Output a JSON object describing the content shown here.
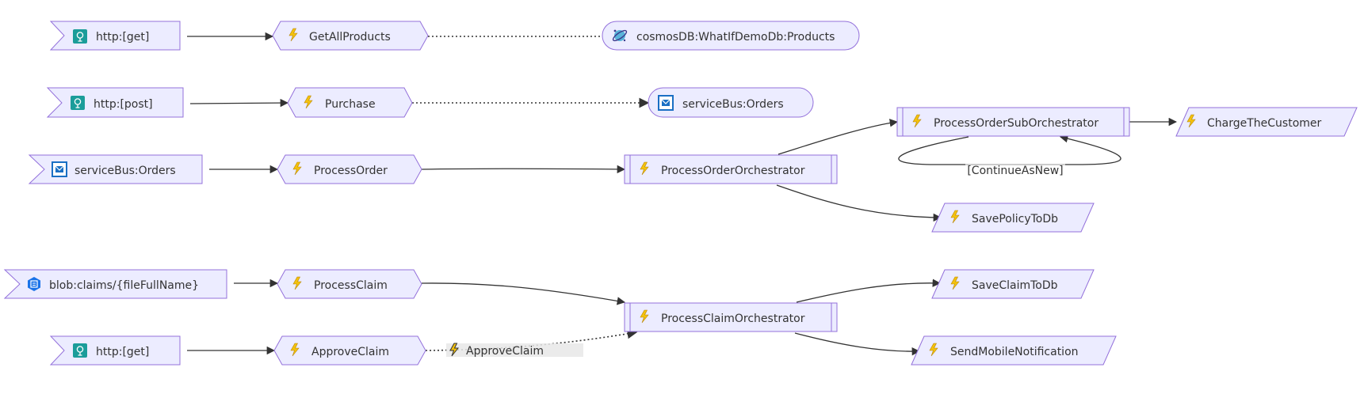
{
  "diagram": {
    "nodes": {
      "http_get_1": {
        "label": "http:[get]",
        "icon": "http-trigger-icon"
      },
      "get_all_products": {
        "label": "GetAllProducts",
        "icon": "azure-function-icon"
      },
      "cosmos_products": {
        "label": "cosmosDB:WhatIfDemoDb:Products",
        "icon": "cosmosdb-icon"
      },
      "http_post": {
        "label": "http:[post]",
        "icon": "http-trigger-icon"
      },
      "purchase": {
        "label": "Purchase",
        "icon": "azure-function-icon"
      },
      "servicebus_orders_out": {
        "label": "serviceBus:Orders",
        "icon": "service-bus-icon"
      },
      "servicebus_orders_in": {
        "label": "serviceBus:Orders",
        "icon": "service-bus-icon"
      },
      "process_order": {
        "label": "ProcessOrder",
        "icon": "azure-function-icon"
      },
      "process_order_orchestrator": {
        "label": "ProcessOrderOrchestrator",
        "icon": "azure-function-icon"
      },
      "process_order_sub_orchestrator": {
        "label": "ProcessOrderSubOrchestrator",
        "icon": "azure-function-icon"
      },
      "charge_the_customer": {
        "label": "ChargeTheCustomer",
        "icon": "azure-function-icon"
      },
      "save_policy_to_db": {
        "label": "SavePolicyToDb",
        "icon": "azure-function-icon"
      },
      "blob_claims": {
        "label": "blob:claims/{fileFullName}",
        "icon": "blob-storage-icon"
      },
      "process_claim": {
        "label": "ProcessClaim",
        "icon": "azure-function-icon"
      },
      "process_claim_orchestrator": {
        "label": "ProcessClaimOrchestrator",
        "icon": "azure-function-icon"
      },
      "save_claim_to_db": {
        "label": "SaveClaimToDb",
        "icon": "azure-function-icon"
      },
      "send_mobile_notification": {
        "label": "SendMobileNotification",
        "icon": "azure-function-icon"
      },
      "http_get_2": {
        "label": "http:[get]",
        "icon": "http-trigger-icon"
      },
      "approve_claim": {
        "label": "ApproveClaim",
        "icon": "azure-function-icon"
      }
    },
    "edge_labels": {
      "continue_as_new": "[ContinueAsNew]",
      "approve_claim_event": "ApproveClaim"
    },
    "colors": {
      "node_fill": "#ececff",
      "node_stroke": "#9370db",
      "edge": "#333333",
      "function_bolt": "#f4c20d",
      "http_trigger": "#1b9d9a",
      "service_bus": "#1a6fc4",
      "blob": "#1a73e8"
    }
  }
}
